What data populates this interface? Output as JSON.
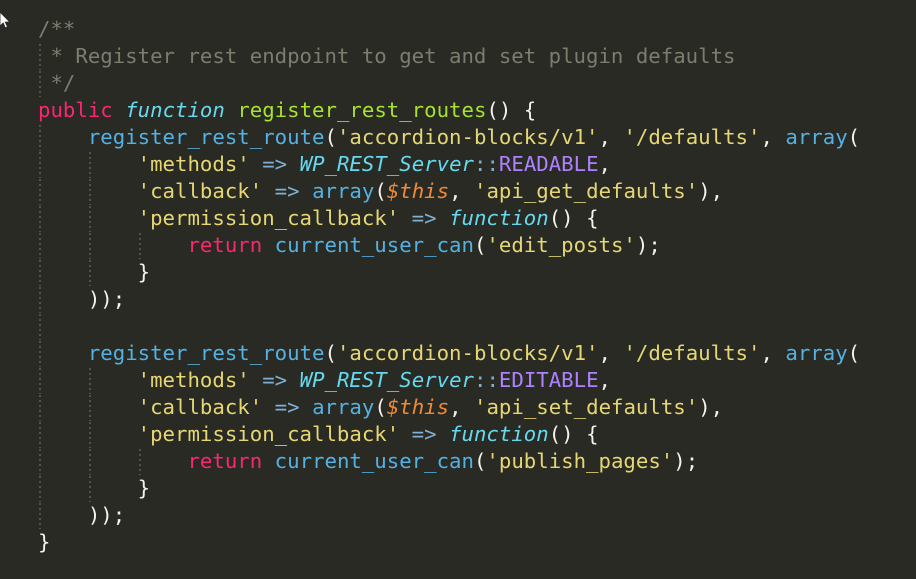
{
  "editor": {
    "palette": {
      "bg": "#282a23",
      "guide": "#515348",
      "comment": "#7c7d6f",
      "kwpink": "#f92672",
      "kwcyan": "#66d9ef",
      "fname": "#a6e22e",
      "call": "#55b1e2",
      "op": "#7fb0d4",
      "str": "#e6d774",
      "const": "#ae81ff",
      "var": "#ef8b38",
      "plain": "#f3f3ea"
    },
    "icons": {
      "mouse_cursor": "arrow-pointer"
    },
    "code": {
      "language_hint": "php",
      "lines": [
        {
          "guides": 0,
          "tokens": [
            {
              "s": "comment",
              "t": "/**"
            }
          ]
        },
        {
          "guides": 1,
          "tokens": [
            {
              "s": "comment",
              "t": " * Register rest endpoint to get and set plugin defaults"
            }
          ]
        },
        {
          "guides": 1,
          "tokens": [
            {
              "s": "comment",
              "t": " */"
            }
          ]
        },
        {
          "guides": 0,
          "tokens": [
            {
              "s": "kwpink",
              "t": "public"
            },
            {
              "s": "plain",
              "t": " "
            },
            {
              "s": "kwcyan",
              "t": "function"
            },
            {
              "s": "plain",
              "t": " "
            },
            {
              "s": "fname",
              "t": "register_rest_routes"
            },
            {
              "s": "plain",
              "t": "() {"
            }
          ]
        },
        {
          "guides": 1,
          "tokens": [
            {
              "s": "plain",
              "t": "    "
            },
            {
              "s": "call",
              "t": "register_rest_route"
            },
            {
              "s": "plain",
              "t": "("
            },
            {
              "s": "str",
              "t": "'accordion-blocks/v1'"
            },
            {
              "s": "plain",
              "t": ", "
            },
            {
              "s": "str",
              "t": "'/defaults'"
            },
            {
              "s": "plain",
              "t": ", "
            },
            {
              "s": "call",
              "t": "array"
            },
            {
              "s": "plain",
              "t": "("
            }
          ]
        },
        {
          "guides": 2,
          "tokens": [
            {
              "s": "plain",
              "t": "        "
            },
            {
              "s": "str",
              "t": "'methods'"
            },
            {
              "s": "plain",
              "t": " "
            },
            {
              "s": "op",
              "t": "=>"
            },
            {
              "s": "plain",
              "t": " "
            },
            {
              "s": "kwcyan",
              "t": "WP_REST_Server"
            },
            {
              "s": "op",
              "t": "::"
            },
            {
              "s": "const",
              "t": "READABLE"
            },
            {
              "s": "plain",
              "t": ","
            }
          ]
        },
        {
          "guides": 2,
          "tokens": [
            {
              "s": "plain",
              "t": "        "
            },
            {
              "s": "str",
              "t": "'callback'"
            },
            {
              "s": "plain",
              "t": " "
            },
            {
              "s": "op",
              "t": "=>"
            },
            {
              "s": "plain",
              "t": " "
            },
            {
              "s": "call",
              "t": "array"
            },
            {
              "s": "plain",
              "t": "("
            },
            {
              "s": "var",
              "t": "$this"
            },
            {
              "s": "plain",
              "t": ", "
            },
            {
              "s": "str",
              "t": "'api_get_defaults'"
            },
            {
              "s": "plain",
              "t": "),"
            }
          ]
        },
        {
          "guides": 2,
          "tokens": [
            {
              "s": "plain",
              "t": "        "
            },
            {
              "s": "str",
              "t": "'permission_callback'"
            },
            {
              "s": "plain",
              "t": " "
            },
            {
              "s": "op",
              "t": "=>"
            },
            {
              "s": "plain",
              "t": " "
            },
            {
              "s": "kwcyan",
              "t": "function"
            },
            {
              "s": "plain",
              "t": "() {"
            }
          ]
        },
        {
          "guides": 3,
          "tokens": [
            {
              "s": "plain",
              "t": "            "
            },
            {
              "s": "kwpink",
              "t": "return"
            },
            {
              "s": "plain",
              "t": " "
            },
            {
              "s": "call",
              "t": "current_user_can"
            },
            {
              "s": "plain",
              "t": "("
            },
            {
              "s": "str",
              "t": "'edit_posts'"
            },
            {
              "s": "plain",
              "t": ");"
            }
          ]
        },
        {
          "guides": 2,
          "tokens": [
            {
              "s": "plain",
              "t": "        }"
            }
          ]
        },
        {
          "guides": 1,
          "tokens": [
            {
              "s": "plain",
              "t": "    ));"
            }
          ]
        },
        {
          "guides": 1,
          "tokens": []
        },
        {
          "guides": 1,
          "tokens": [
            {
              "s": "plain",
              "t": "    "
            },
            {
              "s": "call",
              "t": "register_rest_route"
            },
            {
              "s": "plain",
              "t": "("
            },
            {
              "s": "str",
              "t": "'accordion-blocks/v1'"
            },
            {
              "s": "plain",
              "t": ", "
            },
            {
              "s": "str",
              "t": "'/defaults'"
            },
            {
              "s": "plain",
              "t": ", "
            },
            {
              "s": "call",
              "t": "array"
            },
            {
              "s": "plain",
              "t": "("
            }
          ]
        },
        {
          "guides": 2,
          "tokens": [
            {
              "s": "plain",
              "t": "        "
            },
            {
              "s": "str",
              "t": "'methods'"
            },
            {
              "s": "plain",
              "t": " "
            },
            {
              "s": "op",
              "t": "=>"
            },
            {
              "s": "plain",
              "t": " "
            },
            {
              "s": "kwcyan",
              "t": "WP_REST_Server"
            },
            {
              "s": "op",
              "t": "::"
            },
            {
              "s": "const",
              "t": "EDITABLE"
            },
            {
              "s": "plain",
              "t": ","
            }
          ]
        },
        {
          "guides": 2,
          "tokens": [
            {
              "s": "plain",
              "t": "        "
            },
            {
              "s": "str",
              "t": "'callback'"
            },
            {
              "s": "plain",
              "t": " "
            },
            {
              "s": "op",
              "t": "=>"
            },
            {
              "s": "plain",
              "t": " "
            },
            {
              "s": "call",
              "t": "array"
            },
            {
              "s": "plain",
              "t": "("
            },
            {
              "s": "var",
              "t": "$this"
            },
            {
              "s": "plain",
              "t": ", "
            },
            {
              "s": "str",
              "t": "'api_set_defaults'"
            },
            {
              "s": "plain",
              "t": "),"
            }
          ]
        },
        {
          "guides": 2,
          "tokens": [
            {
              "s": "plain",
              "t": "        "
            },
            {
              "s": "str",
              "t": "'permission_callback'"
            },
            {
              "s": "plain",
              "t": " "
            },
            {
              "s": "op",
              "t": "=>"
            },
            {
              "s": "plain",
              "t": " "
            },
            {
              "s": "kwcyan",
              "t": "function"
            },
            {
              "s": "plain",
              "t": "() {"
            }
          ]
        },
        {
          "guides": 3,
          "tokens": [
            {
              "s": "plain",
              "t": "            "
            },
            {
              "s": "kwpink",
              "t": "return"
            },
            {
              "s": "plain",
              "t": " "
            },
            {
              "s": "call",
              "t": "current_user_can"
            },
            {
              "s": "plain",
              "t": "("
            },
            {
              "s": "str",
              "t": "'publish_pages'"
            },
            {
              "s": "plain",
              "t": ");"
            }
          ]
        },
        {
          "guides": 2,
          "tokens": [
            {
              "s": "plain",
              "t": "        }"
            }
          ]
        },
        {
          "guides": 1,
          "tokens": [
            {
              "s": "plain",
              "t": "    ));"
            }
          ]
        },
        {
          "guides": 0,
          "tokens": [
            {
              "s": "plain",
              "t": "}"
            }
          ]
        }
      ]
    }
  }
}
